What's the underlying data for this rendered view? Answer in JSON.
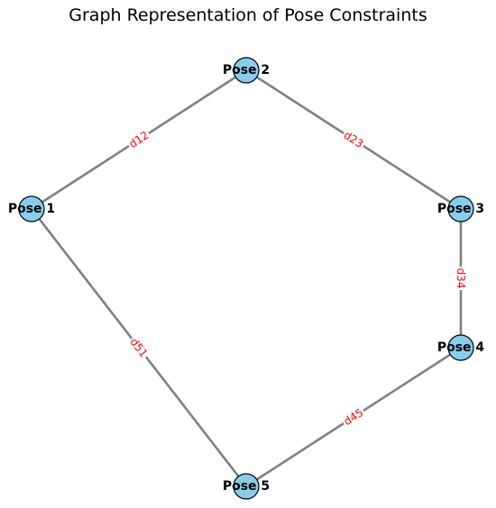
{
  "title": "Graph Representation of Pose Constraints",
  "colors": {
    "node_fill": "#87ceeb",
    "node_stroke": "#000000",
    "edge": "#808080",
    "edge_label": "#ff0000",
    "node_label": "#000000"
  },
  "graph": {
    "nodes": [
      {
        "id": "p1",
        "label": "Pose 1"
      },
      {
        "id": "p2",
        "label": "Pose 2"
      },
      {
        "id": "p3",
        "label": "Pose 3"
      },
      {
        "id": "p4",
        "label": "Pose 4"
      },
      {
        "id": "p5",
        "label": "Pose 5"
      }
    ],
    "edges": [
      {
        "source": "p1",
        "target": "p2",
        "label": "d12"
      },
      {
        "source": "p2",
        "target": "p3",
        "label": "d23"
      },
      {
        "source": "p3",
        "target": "p4",
        "label": "d34"
      },
      {
        "source": "p4",
        "target": "p5",
        "label": "d45"
      },
      {
        "source": "p5",
        "target": "p1",
        "label": "d51"
      }
    ]
  }
}
